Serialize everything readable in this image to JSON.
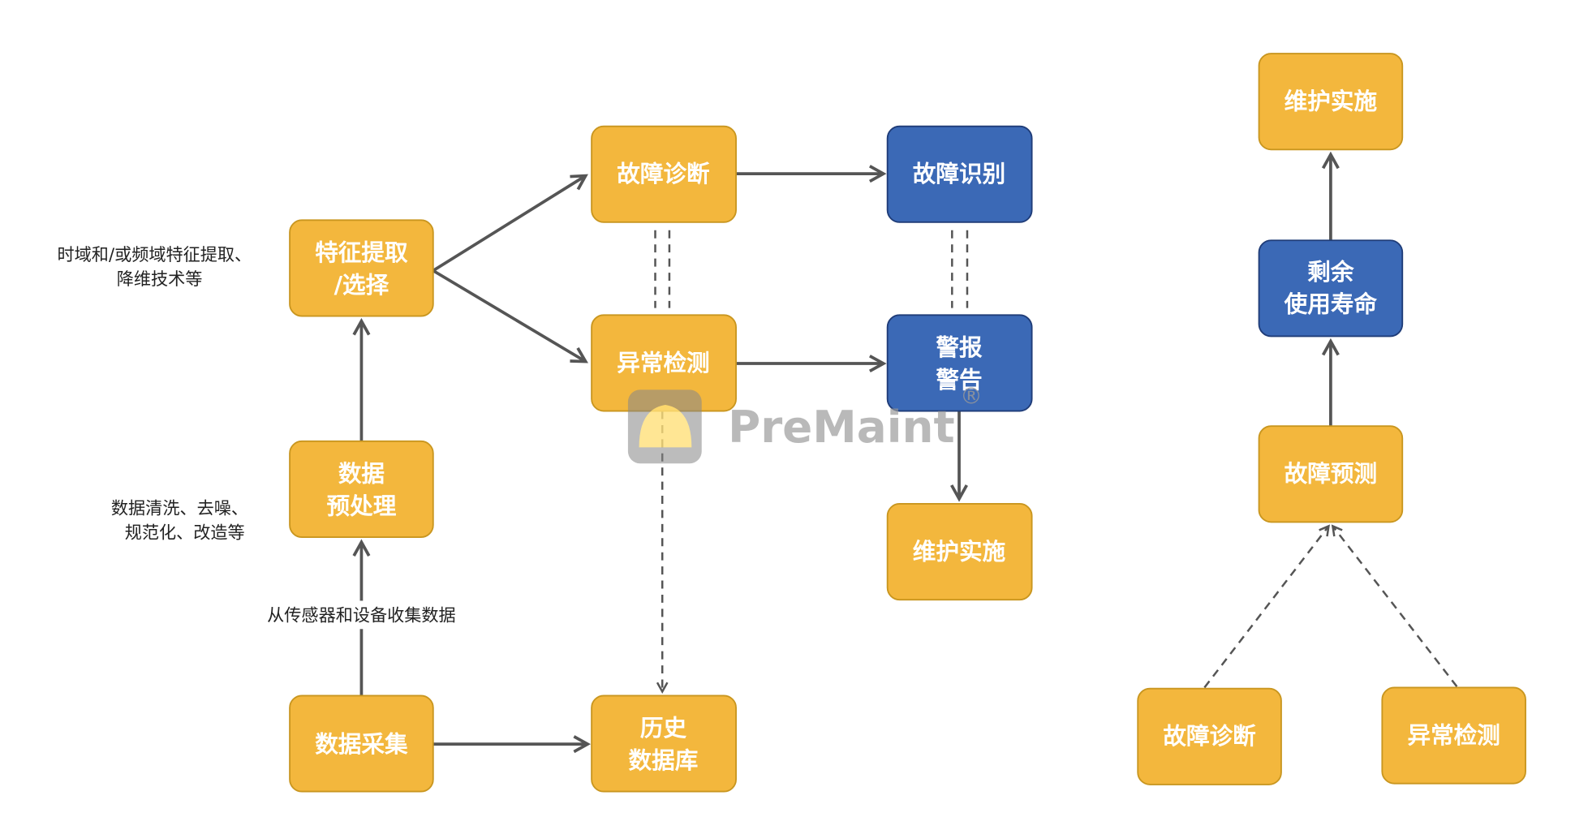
{
  "nodes": {
    "feature": [
      "特征提取",
      "/选择"
    ],
    "preprocess": [
      "数据",
      "预处理"
    ],
    "collect": "数据采集",
    "diagnosis": "故障诊断",
    "anomaly": "异常检测",
    "history": [
      "历史",
      "数据库"
    ],
    "identify": "故障识别",
    "alarm": [
      "警报",
      "警告"
    ],
    "maintain": "维护实施",
    "r_maintain": "维护实施",
    "r_rul": [
      "剩余",
      "使用寿命"
    ],
    "r_predict": "故障预测",
    "r_diagnosis": "故障诊断",
    "r_anomaly": "异常检测"
  },
  "notes": {
    "feature": [
      "时域和/或频域特征提取、",
      "降维技术等"
    ],
    "preprocess": [
      "数据清洗、去噪、",
      "规范化、改造等"
    ],
    "collect": "从传感器和设备收集数据"
  },
  "watermark": {
    "text": "PreMaint",
    "mark": "®"
  },
  "colors": {
    "orange": "#F3B73D",
    "blue": "#3B69B6",
    "arrow": "#555555"
  }
}
